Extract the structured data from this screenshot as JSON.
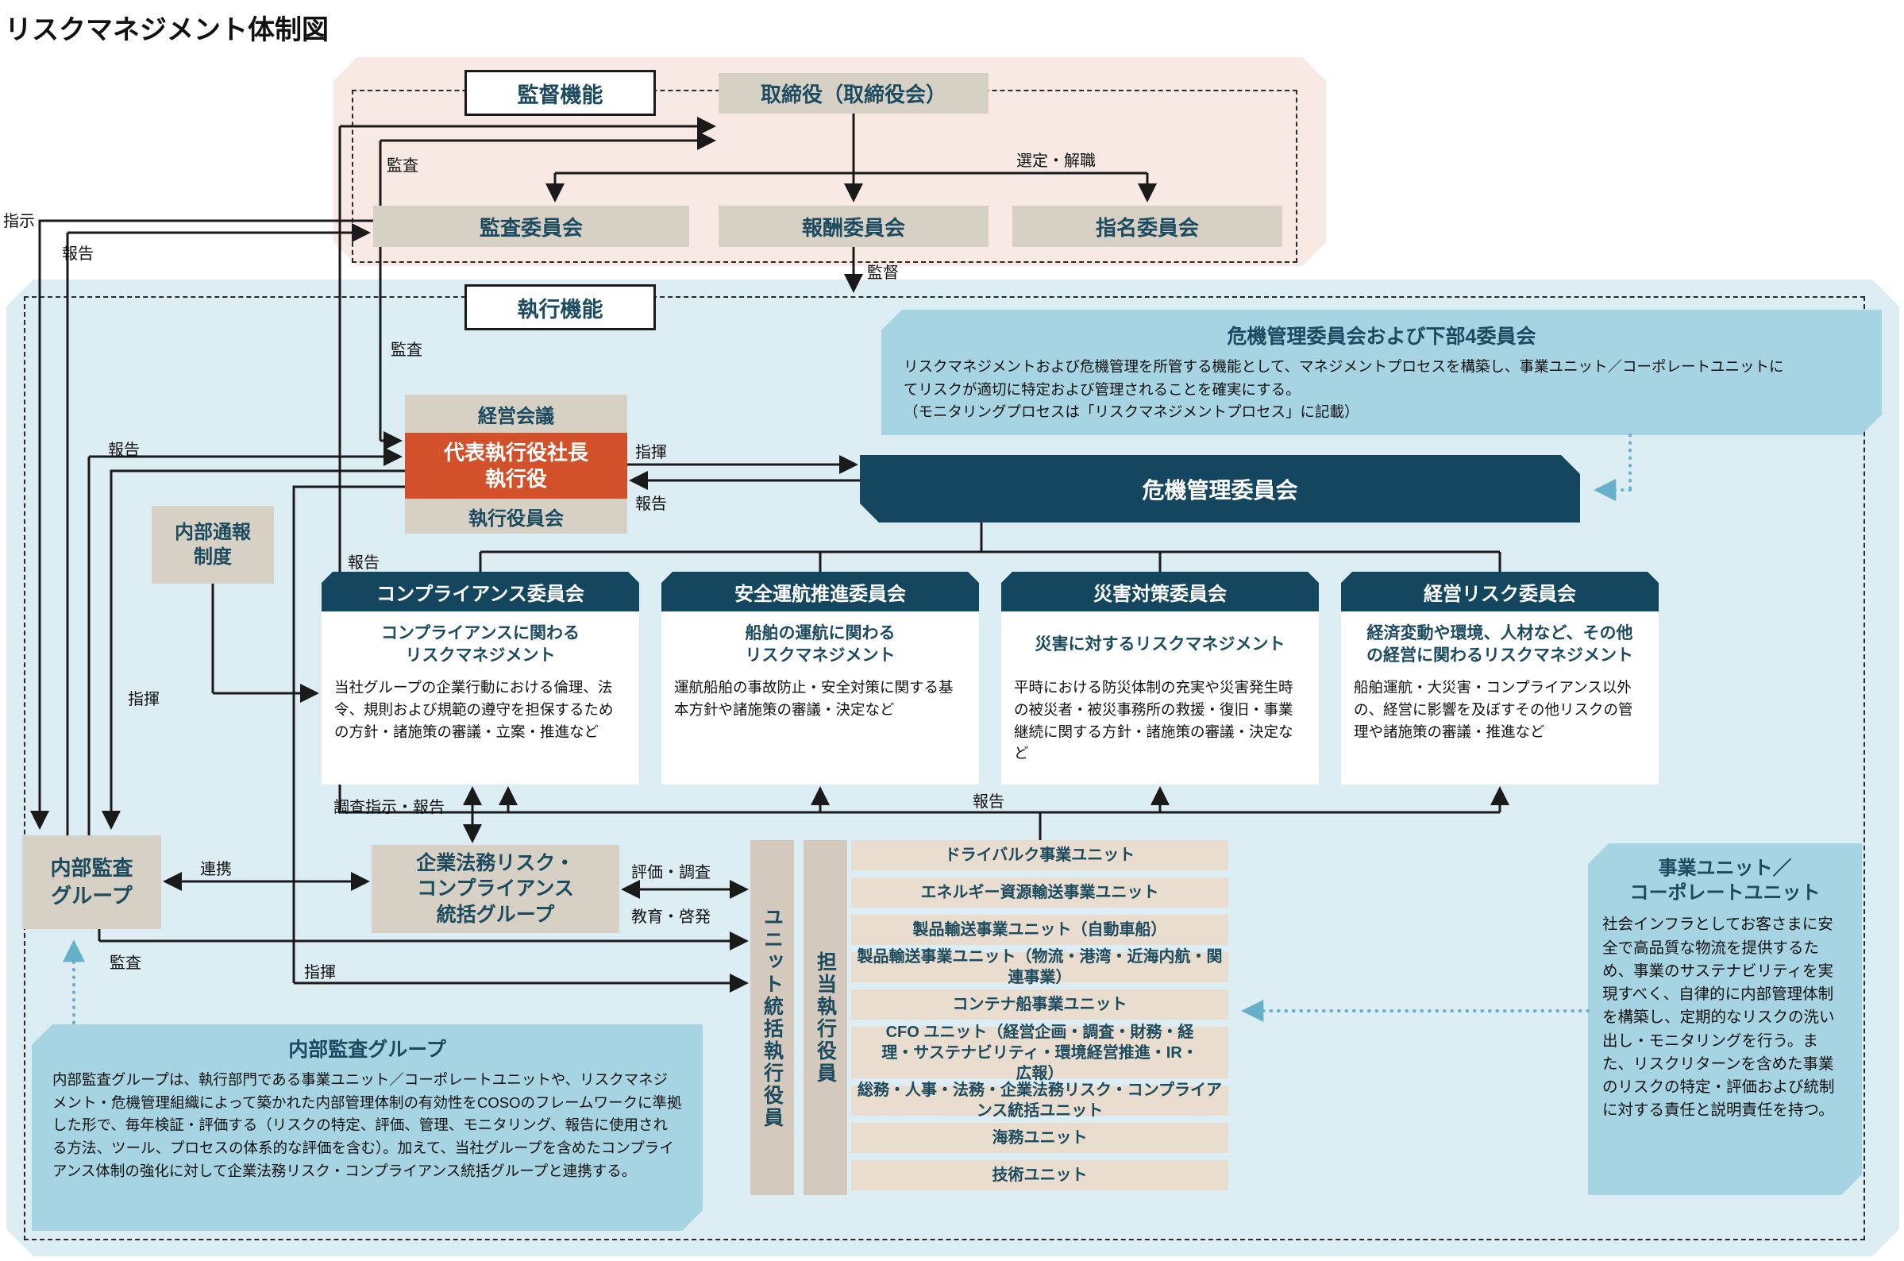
{
  "title": "リスクマネジメント体制図",
  "supervisory": {
    "domain_label": "監督機能",
    "board": "取締役（取締役会）",
    "audit_committee": "監査委員会",
    "compensation_committee": "報酬委員会",
    "nomination_committee": "指名委員会"
  },
  "executive": {
    "domain_label": "執行機能",
    "management_meeting": "経営会議",
    "president_line1": "代表執行役社長",
    "president_line2": "執行役",
    "officers_meeting": "執行役員会",
    "whistleblowing_line1": "内部通報",
    "whistleblowing_line2": "制度"
  },
  "crisis": {
    "committee": "危機管理委員会",
    "info_title": "危機管理委員会および下部4委員会",
    "info_body": "リスクマネジメントおよび危機管理を所管する機能として、マネジメントプロセスを構築し、事業ユニット／コーポレートユニットに\nてリスクが適切に特定および管理されることを確実にする。\n（モニタリングプロセスは「リスクマネジメントプロセス」に記載）"
  },
  "committees4": [
    {
      "name": "コンプライアンス委員会",
      "subtitle": "コンプライアンスに関わる\nリスクマネジメント",
      "body": "当社グループの企業行動における倫理、法令、規則および規範の遵守を担保するための方針・諸施策の審議・立案・推進など"
    },
    {
      "name": "安全運航推進委員会",
      "subtitle": "船舶の運航に関わる\nリスクマネジメント",
      "body": "運航船舶の事故防止・安全対策に関する基本方針や諸施策の審議・決定など"
    },
    {
      "name": "災害対策委員会",
      "subtitle": "災害に対するリスクマネジメント",
      "body": "平時における防災体制の充実や災害発生時の被災者・被災事務所の救援・復旧・事業継続に関する方針・諸施策の審議・決定など"
    },
    {
      "name": "経営リスク委員会",
      "subtitle": "経済変動や環境、人材など、その他\nの経営に関わるリスクマネジメント",
      "body": "船舶運航・大災害・コンプライアンス以外の、経営に影響を及ぼすその他リスクの管理や諸施策の審議・推進など"
    }
  ],
  "internal_audit": {
    "box_line1": "内部監査",
    "box_line2": "グループ",
    "info_title": "内部監査グループ",
    "info_body": "内部監査グループは、執行部門である事業ユニット／コーポレートユニットや、リスクマネジメント・危機管理組織によって築かれた内部管理体制の有効性をCOSOのフレームワークに準拠した形で、毎年検証・評価する（リスクの特定、評価、管理、モニタリング、報告に使用される方法、ツール、プロセスの体系的な評価を含む）。加えて、当社グループを含めたコンプライアンス体制の強化に対して企業法務リスク・コンプライアンス統括グループと連携する。"
  },
  "legal_group": {
    "line1": "企業法務リスク・",
    "line2": "コンプライアンス",
    "line3": "統括グループ"
  },
  "bars": {
    "unit_supervising_officer": "ユニット統括執行役員",
    "officer_in_charge": "担当執行役員"
  },
  "units": [
    {
      "label": "ドライバルク事業ユニット"
    },
    {
      "label": "エネルギー資源輸送事業ユニット"
    },
    {
      "label": "製品輸送事業ユニット（自動車船）"
    },
    {
      "label": "製品輸送事業ユニット（物流・港湾・近海内航・関連事業）"
    },
    {
      "label": "コンテナ船事業ユニット"
    },
    {
      "label": "CFO ユニット（経営企画・調査・財務・経理・サステナビリティ・環境経営推進・IR・広報）"
    },
    {
      "label": "総務・人事・法務・企業法務リスク・コンプライアンス統括ユニット"
    },
    {
      "label": "海務ユニット"
    },
    {
      "label": "技術ユニット"
    }
  ],
  "business_unit_info": {
    "title_line1": "事業ユニット／",
    "title_line2": "コーポレートユニット",
    "body": "社会インフラとしてお客さまに安全で高品質な物流を提供するため、事業のサステナビリティを実現すべく、自律的に内部管理体制を構築し、定期的なリスクの洗い出し・モニタリングを行う。また、リスクリターンを含めた事業のリスクの特定・評価および統制に対する責任と説明責任を持つ。"
  },
  "edge_labels": {
    "instruction": "指示",
    "report": "報告",
    "audit": "監査",
    "command": "指揮",
    "appoint_dismiss": "選定・解職",
    "supervise": "監督",
    "cooperate": "連携",
    "evaluate_survey": "評価・調査",
    "educate": "教育・啓発",
    "investigate_report": "調査指示・報告"
  },
  "colors": {
    "pink_bg": "#f9e9e5",
    "blue_bg": "#ddedf4",
    "beige": "#d6d0c5",
    "row_beige": "#e8ddcf",
    "bar_beige": "#d3cabd",
    "orange": "#d3512a",
    "navy": "#14465f",
    "teal_text": "#1c4b5f",
    "info_blue": "#a7d4e2",
    "dotted_teal": "#66b0cb",
    "line": "#1a1a1a"
  }
}
